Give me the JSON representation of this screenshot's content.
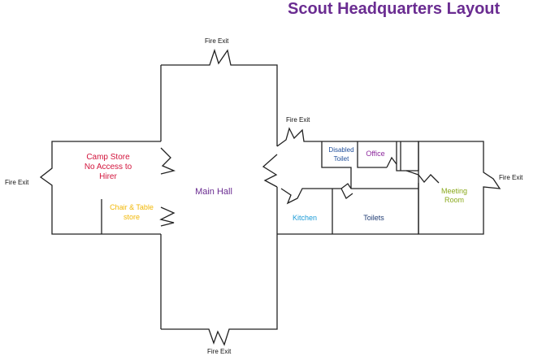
{
  "title": "Scout Headquarters Layout",
  "fire_exits": {
    "top": "Fire Exit",
    "left": "Fire Exit",
    "mid": "Fire Exit",
    "right": "Fire Exit",
    "bottom": "Fire Exit"
  },
  "rooms": {
    "camp_store": {
      "line1": "Camp Store",
      "line2": "No Access to",
      "line3": "Hirer"
    },
    "chair_table": {
      "line1": "Chair & Table",
      "line2": "store"
    },
    "main_hall": "Main Hall",
    "disabled_toilet": {
      "line1": "Disabled",
      "line2": "Toilet"
    },
    "office": "Office",
    "kitchen": "Kitchen",
    "toilets": "Toilets",
    "meeting_room": {
      "line1": "Meeting",
      "line2": "Room"
    }
  },
  "colors": {
    "title": "#6a2c91",
    "camp_store": "#d2143c",
    "chair_table": "#f2b705",
    "main_hall": "#6a2c91",
    "disabled_toilet": "#1f4e9a",
    "office": "#8e2a9e",
    "kitchen": "#1a9bd7",
    "toilets": "#1f3b73",
    "meeting_room": "#8aa91c"
  }
}
